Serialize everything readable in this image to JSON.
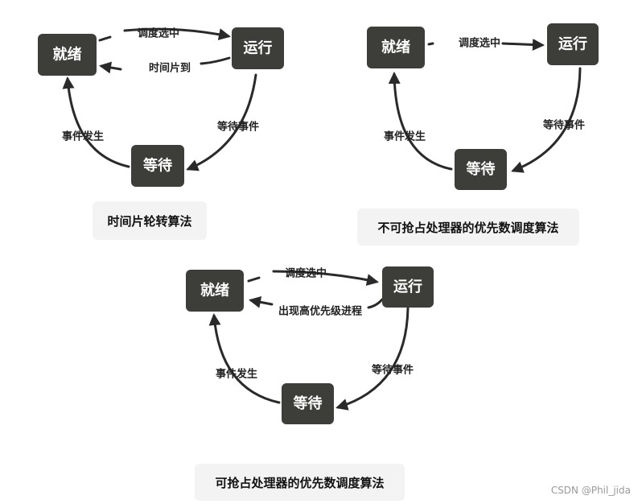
{
  "states": {
    "ready": "就绪",
    "running": "运行",
    "waiting": "等待"
  },
  "diagrams": [
    {
      "caption": "时间片轮转算法",
      "edges": {
        "dispatch": "调度选中",
        "back_to_ready": "时间片到",
        "wait": "等待事件",
        "wake": "事件发生"
      }
    },
    {
      "caption": "不可抢占处理器的优先数调度算法",
      "edges": {
        "dispatch": "调度选中",
        "wait": "等待事件",
        "wake": "事件发生"
      }
    },
    {
      "caption": "可抢占处理器的优先数调度算法",
      "edges": {
        "dispatch": "调度选中",
        "back_to_ready": "出现高优先级进程",
        "wait": "等待事件",
        "wake": "事件发生"
      }
    }
  ],
  "watermark": "CSDN @Phil_jida",
  "colors": {
    "node_fill": "#3d3d39",
    "node_text": "#ffffff",
    "edge": "#2a2a2a",
    "caption_bg": "#f3f3f3"
  }
}
